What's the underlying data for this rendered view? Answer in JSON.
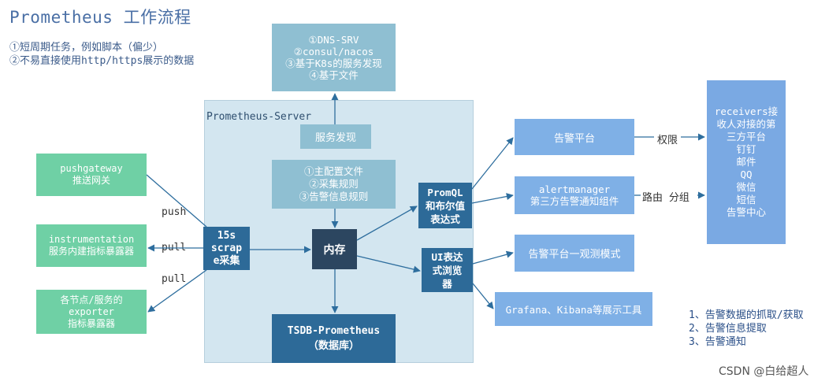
{
  "title": "Prometheus 工作流程",
  "notes": [
    "①短周期任务，例如脚本（偏少）",
    "②不易直接使用http/https展示的数据"
  ],
  "server_label": "Prometheus-Server",
  "discovery_sources": [
    "①DNS-SRV",
    "②consul/nacos",
    "③基于K8s的服务发现",
    "④基于文件"
  ],
  "service_discovery": "服务发现",
  "config_files": [
    "①主配置文件",
    "②采集规则",
    "③告警信息规则"
  ],
  "memory": "内存",
  "scrape": [
    "15s",
    "scrap",
    "e采集"
  ],
  "promql": [
    "PromQL",
    "和布尔值",
    "表达式"
  ],
  "ui_expr": [
    "UI表达",
    "式浏览",
    "器"
  ],
  "tsdb": [
    "TSDB-Prometheus",
    "（数据库）"
  ],
  "targets": [
    {
      "lines": [
        "pushgateway",
        "推送网关"
      ],
      "edge": "push"
    },
    {
      "lines": [
        "instrumentation",
        "服务内建指标暴露器"
      ],
      "edge": "pull"
    },
    {
      "lines": [
        "各节点/服务的",
        "exporter",
        "指标暴露器"
      ],
      "edge": "pull"
    }
  ],
  "outputs": {
    "alert_platform": "告警平台",
    "alertmanager": [
      "alertmanager",
      "第三方告警通知组件"
    ],
    "observe_mode": "告警平台一观测模式",
    "grafana": "Grafana、Kibana等展示工具"
  },
  "edge_labels": {
    "permission": "权限",
    "route": "路由 分组"
  },
  "receivers": [
    "receivers接",
    "收人对接的第",
    "三方平台",
    "钉钉",
    "邮件",
    "QQ",
    "微信",
    "短信",
    "告警中心"
  ],
  "summary": [
    "1、告警数据的抓取/获取",
    "2、告警信息提取",
    "3、告警通知"
  ],
  "watermark": "CSDN @白给超人",
  "colors": {
    "server_bg": "#d3e6f0",
    "dark_box": "#2d6a98",
    "green_box": "#6fd0a5",
    "blue_box": "#7fb0e6"
  }
}
